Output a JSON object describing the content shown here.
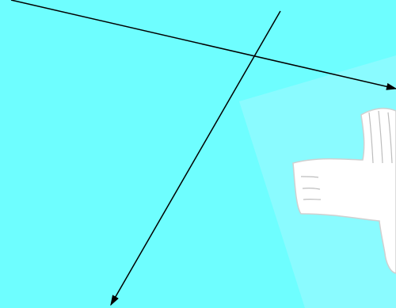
{
  "scene": {
    "background_color": "#6EFEFF",
    "panel_color": "#8AFBFF",
    "cross_fill": "#FFFFFF",
    "cross_outline": "#D0D0D0",
    "fold_lines_color": "#BDBDBD",
    "arrow_color": "#000000",
    "arrows": [
      {
        "name": "arrow-to-right",
        "direction": "right"
      },
      {
        "name": "arrow-to-bottom",
        "direction": "down-left"
      }
    ],
    "visible_text": []
  }
}
